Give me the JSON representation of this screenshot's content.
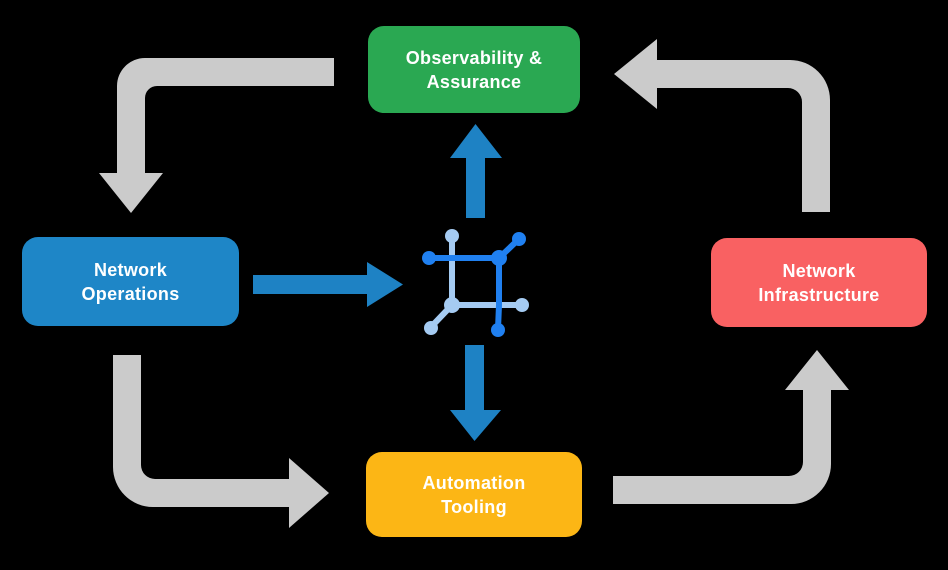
{
  "canvas": {
    "background": "#000000",
    "text_color": "#ffffff"
  },
  "nodes": {
    "observability": {
      "line1": "Observability &",
      "line2": "Assurance",
      "color": "#2aa852"
    },
    "operations": {
      "line1": "Network",
      "line2": "Operations",
      "color": "#1e86c7"
    },
    "infrastructure": {
      "line1": "Network",
      "line2": "Infrastructure",
      "color": "#f96162"
    },
    "automation": {
      "line1": "Automation",
      "line2": "Tooling",
      "color": "#fcb615"
    }
  },
  "arrows": {
    "gray": "#cbcbcb",
    "blue": "#1e82c4"
  },
  "edges": [
    {
      "from": "observability",
      "to": "operations",
      "style": "gray"
    },
    {
      "from": "operations",
      "to": "automation",
      "style": "gray"
    },
    {
      "from": "automation",
      "to": "infrastructure",
      "style": "gray"
    },
    {
      "from": "infrastructure",
      "to": "observability",
      "style": "gray"
    },
    {
      "from": "operations",
      "to": "center-icon",
      "style": "blue"
    },
    {
      "from": "center-icon",
      "to": "observability",
      "style": "blue"
    },
    {
      "from": "center-icon",
      "to": "automation",
      "style": "blue"
    }
  ],
  "icon": {
    "name": "network-fabric-icon",
    "dark": "#2080f0",
    "light": "#a5cbf2"
  }
}
